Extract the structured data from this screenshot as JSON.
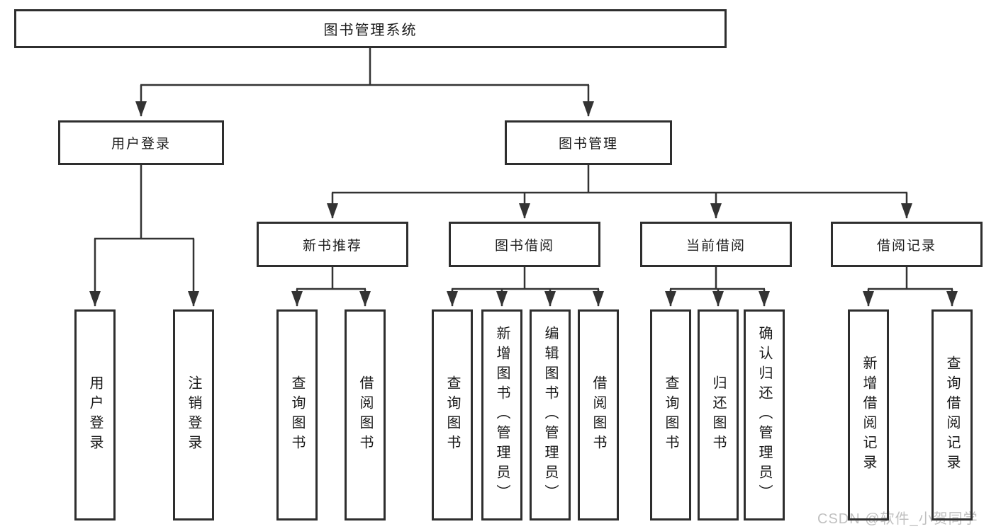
{
  "diagram": {
    "root": {
      "label": "图书管理系统",
      "children": [
        {
          "label": "用户登录",
          "children": [
            {
              "label": "用户登录"
            },
            {
              "label": "注销登录"
            }
          ]
        },
        {
          "label": "图书管理",
          "children": [
            {
              "label": "新书推荐",
              "children": [
                {
                  "label": "查询图书"
                },
                {
                  "label": "借阅图书"
                }
              ]
            },
            {
              "label": "图书借阅",
              "children": [
                {
                  "label": "查询图书"
                },
                {
                  "label": "新增图书（管理员）"
                },
                {
                  "label": "编辑图书（管理员）"
                },
                {
                  "label": "借阅图书"
                }
              ]
            },
            {
              "label": "当前借阅",
              "children": [
                {
                  "label": "查询图书"
                },
                {
                  "label": "归还图书"
                },
                {
                  "label": "确认归还（管理员）"
                }
              ]
            },
            {
              "label": "借阅记录",
              "children": [
                {
                  "label": "新增借阅记录"
                },
                {
                  "label": "查询借阅记录"
                }
              ]
            }
          ]
        }
      ]
    }
  },
  "watermark": {
    "text": "CSDN @软件_小贺同学"
  },
  "colors": {
    "line": "#333333",
    "box_border": "#2e2e2e",
    "text": "#1a1a1a",
    "watermark": "#c6c6c6",
    "background": "#ffffff"
  }
}
